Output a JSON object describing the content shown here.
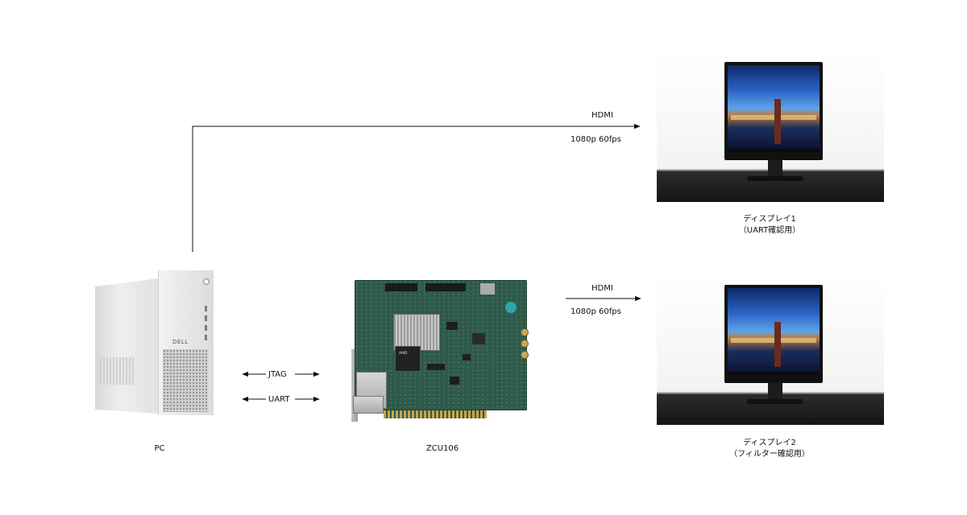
{
  "diagram": {
    "nodes": {
      "pc": {
        "label": "PC"
      },
      "board": {
        "label": "ZCU106",
        "chip_text": "AMD"
      },
      "display1": {
        "label": "ディスプレイ1",
        "sublabel": "（UART確認用）"
      },
      "display2": {
        "label": "ディスプレイ2",
        "sublabel": "（フィルター確認用）"
      }
    },
    "edges": {
      "hdmi_top": {
        "label": "HDMI",
        "detail": "1080p 60fps"
      },
      "hdmi_bottom": {
        "label": "HDMI",
        "detail": "1080p 60fps"
      },
      "jtag": {
        "label": "JTAG"
      },
      "uart": {
        "label": "UART"
      }
    },
    "pc_logo": "DELL"
  },
  "colors": {
    "line": "#111111",
    "pcb": "#2d5a4a",
    "background": "#ffffff"
  }
}
